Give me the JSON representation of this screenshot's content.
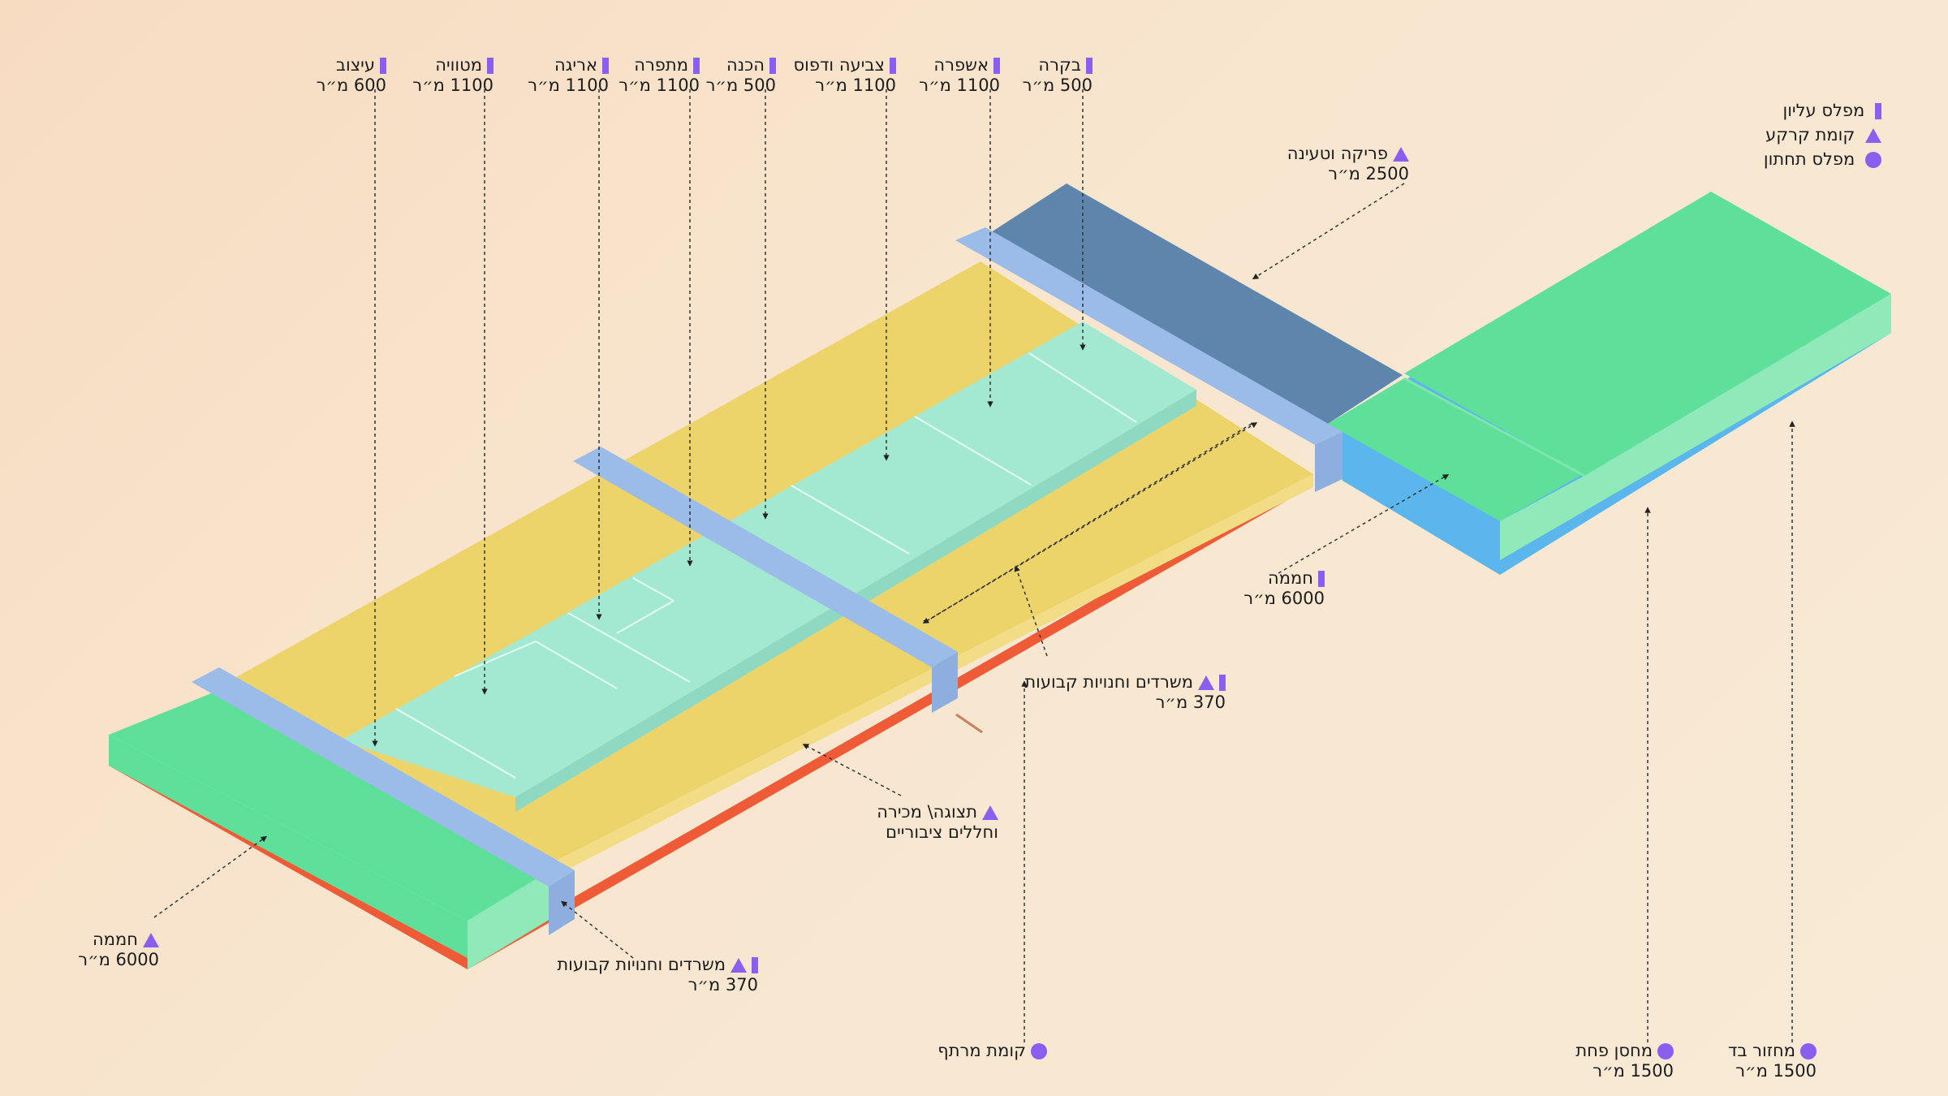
{
  "legend": [
    {
      "label": "מפלס עליון",
      "icon": "bar"
    },
    {
      "label": "קומת קרקע",
      "icon": "triangle"
    },
    {
      "label": "מפלס תחתון",
      "icon": "circle"
    }
  ],
  "top_labels": [
    {
      "title": "בקרה",
      "area": "500 מ״ר"
    },
    {
      "title": "אשפרה",
      "area": "1100 מ״ר"
    },
    {
      "title": "צביעה ודפוס",
      "area": "1100 מ״ר"
    },
    {
      "title": "הכנה",
      "area": "500 מ״ר"
    },
    {
      "title": "מתפרה",
      "area": "1100 מ״ר"
    },
    {
      "title": "אריגה",
      "area": "1100 מ״ר"
    },
    {
      "title": "מטוויה",
      "area": "1100 מ״ר"
    },
    {
      "title": "עיצוב",
      "area": "600 מ״ר"
    }
  ],
  "side_labels": {
    "loading": {
      "title": "פריקה וטעינה",
      "area": "2500 מ״ר"
    },
    "greenhouse_right": {
      "title": "חממה",
      "area": "6000 מ״ר"
    },
    "offices_right": {
      "title": "משרדים וחנויות קבועות",
      "area": "370 מ״ר"
    },
    "display": {
      "title": "תצוגה\\ מכירה",
      "subtitle": "וחללים ציבוריים"
    },
    "greenhouse_left": {
      "title": "חממה",
      "area": "6000 מ״ר"
    },
    "offices_left": {
      "title": "משרדים וחנויות קבועות",
      "area": "370 מ״ר"
    },
    "basement": {
      "title": "קומת מרתף"
    },
    "bread_store": {
      "title": "מחסן פחת",
      "area": "1500 מ״ר"
    },
    "recycle": {
      "title": "מחזור בד",
      "area": "1500 מ״ר"
    }
  },
  "colors": {
    "yellow": "#ecd46b",
    "turquoise": "#a3e9d2",
    "blue_bar": "#9bbbe8",
    "dark_blue": "#5e86ad",
    "green": "#5fe09a",
    "green_side": "#8fe9b8",
    "red": "#ef5b37",
    "light_blue": "#5ab6ec",
    "purple": "#8a5ff0"
  }
}
